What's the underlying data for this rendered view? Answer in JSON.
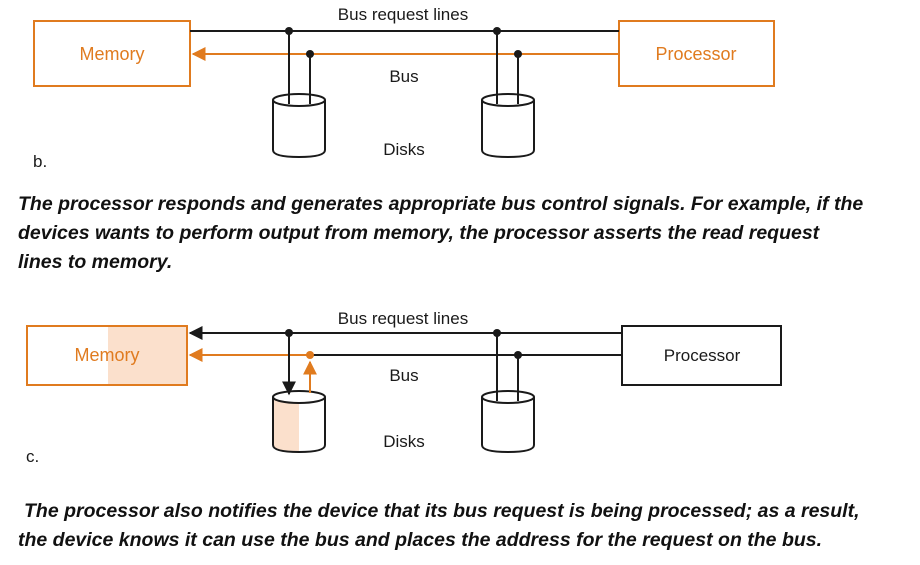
{
  "panel_b": {
    "bus_request_label": "Bus request lines",
    "bus_label": "Bus",
    "disks_label": "Disks",
    "memory_label": "Memory",
    "processor_label": "Processor",
    "panel_letter": "b."
  },
  "caption_b": {
    "line1": "The processor responds and generates appropriate bus control signals. For example, if the",
    "line2": "devices wants to perform output from memory, the processor  asserts the read request",
    "line3": "lines to memory."
  },
  "panel_c": {
    "bus_request_label": "Bus request lines",
    "bus_label": "Bus",
    "disks_label": "Disks",
    "memory_label": "Memory",
    "processor_label": "Processor",
    "panel_letter": "c."
  },
  "caption_c": {
    "line1": "The processor also notifies the device that its bus request is being processed; as a result,",
    "line2": "the device knows it can use the bus and places the address for the request on the bus."
  },
  "colors": {
    "accent": "#e07b1f",
    "highlight_fill": "#fbe0cc",
    "line_dark": "#1a1a1a"
  }
}
